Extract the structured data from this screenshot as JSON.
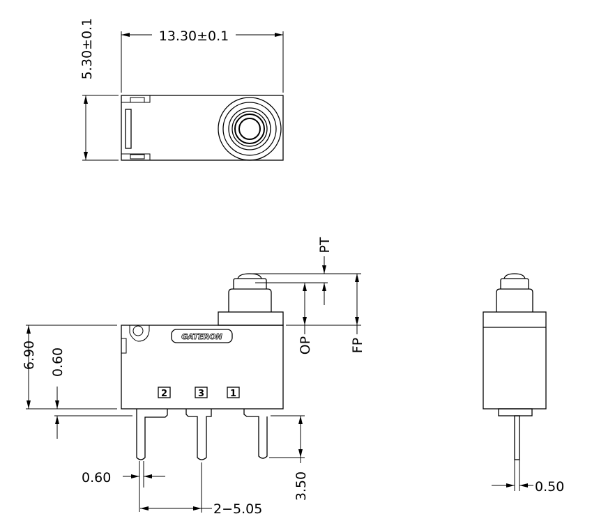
{
  "top_view": {
    "width_dim": "13.30±0.1",
    "height_dim": "5.30±0.1"
  },
  "side_view": {
    "logo": "GATERON",
    "terminals": [
      "2",
      "3",
      "1"
    ],
    "dims": {
      "height": "6.90",
      "offset": "0.60",
      "pin_length": "3.50",
      "pin_width": "0.60",
      "pitch": "2−5.05"
    },
    "travel": {
      "pt": "PT",
      "op": "OP",
      "fp": "FP"
    }
  },
  "end_view": {
    "pin_thickness": "0.50"
  }
}
